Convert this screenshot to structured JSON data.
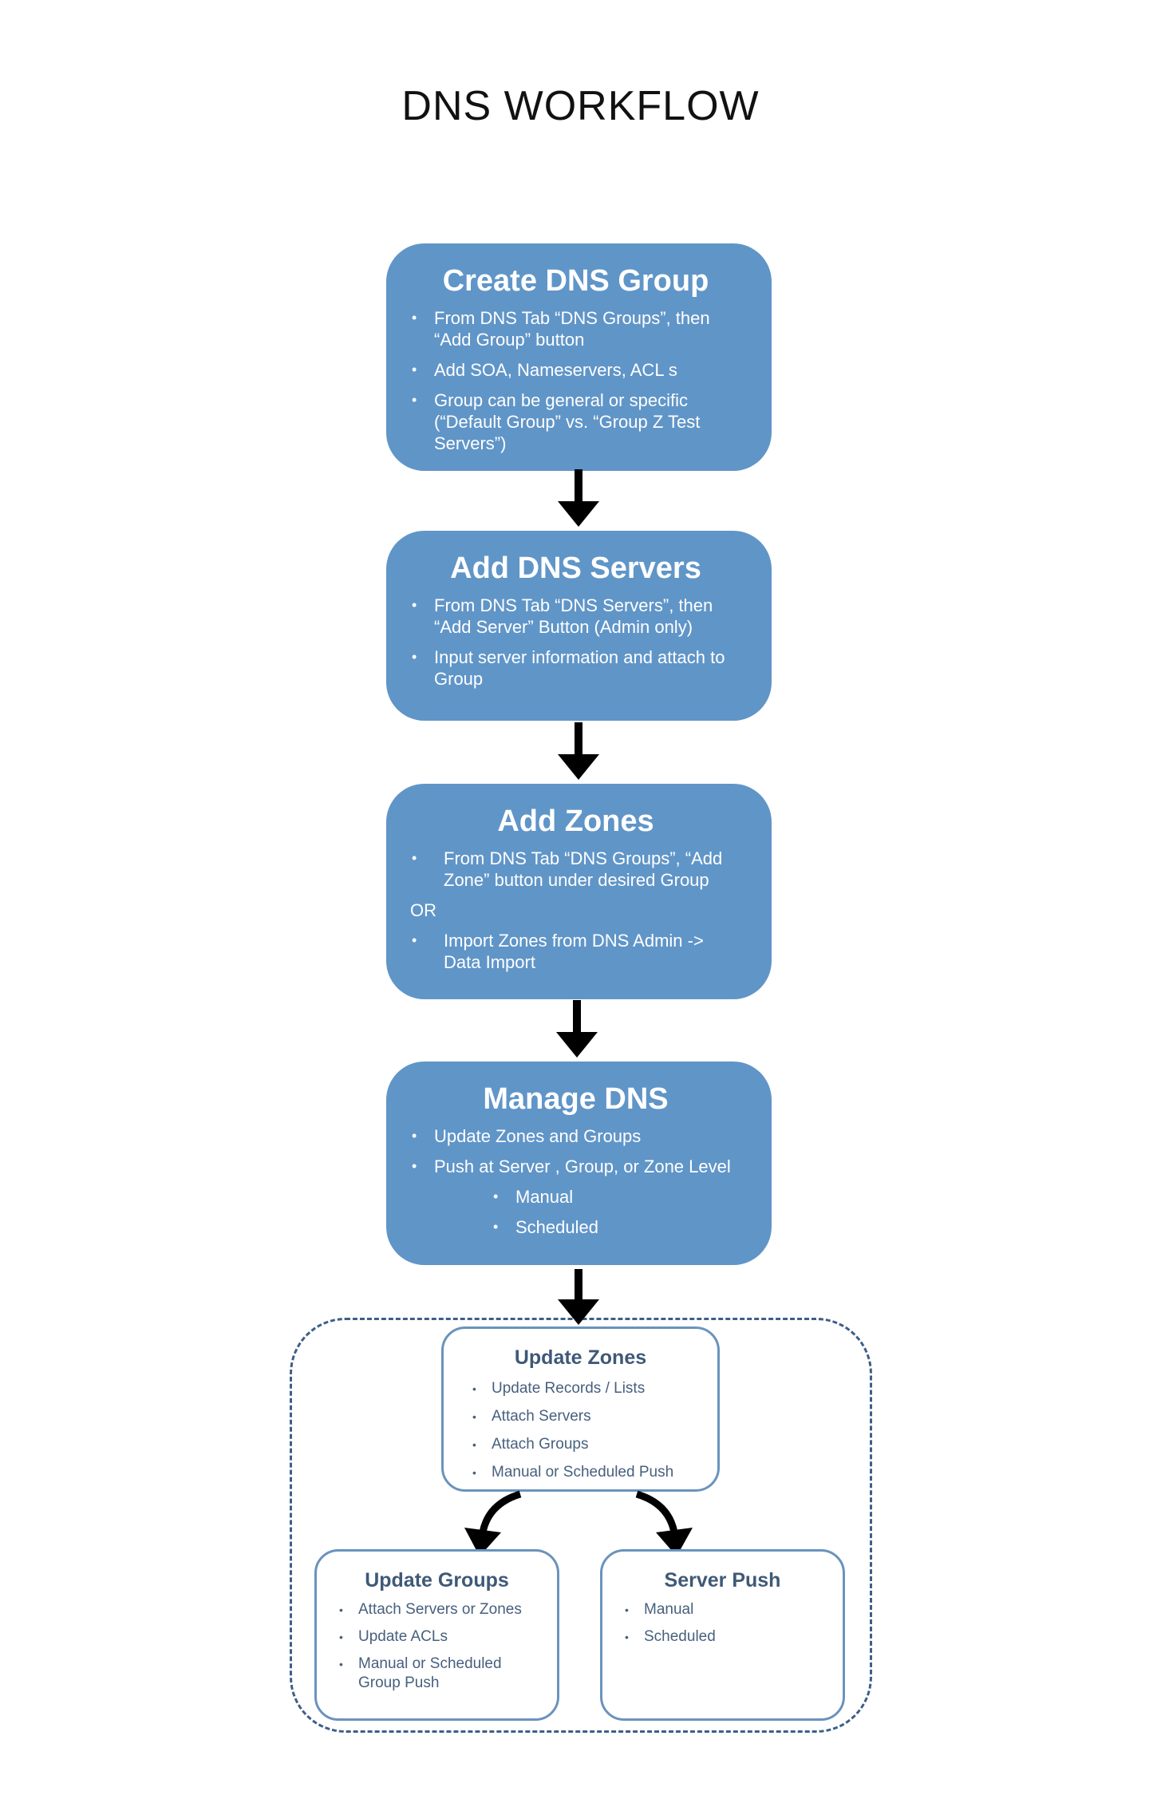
{
  "title": "DNS WORKFLOW",
  "steps": [
    {
      "title": "Create DNS Group",
      "bullets": [
        "From DNS Tab “DNS Groups”, then “Add Group” button",
        "Add SOA, Nameservers, ACL s",
        "Group can be general or specific (“Default Group” vs. “Group Z Test Servers”)"
      ]
    },
    {
      "title": "Add DNS Servers",
      "bullets": [
        "From DNS Tab “DNS Servers”, then “Add Server” Button (Admin only)",
        "Input server information and attach to Group"
      ]
    },
    {
      "title": "Add  Zones",
      "bullets": [
        "From DNS Tab “DNS Groups”, “Add Zone” button under desired Group",
        "Import Zones from DNS Admin -> Data Import"
      ],
      "or_label": "OR"
    },
    {
      "title": "Manage DNS",
      "bullets": [
        "Update Zones and Groups",
        "Push at Server , Group, or Zone Level"
      ],
      "sub_bullets": [
        "Manual",
        "Scheduled"
      ]
    }
  ],
  "sub_steps": {
    "update_zones": {
      "title": "Update Zones",
      "bullets": [
        "Update Records / Lists",
        "Attach Servers",
        "Attach Groups",
        "Manual or Scheduled Push"
      ]
    },
    "update_groups": {
      "title": "Update Groups",
      "bullets": [
        "Attach Servers or Zones",
        "Update ACLs",
        "Manual or Scheduled Group Push"
      ]
    },
    "server_push": {
      "title": "Server Push",
      "bullets": [
        "Manual",
        "Scheduled"
      ]
    }
  },
  "colors": {
    "step_fill": "#6095c8",
    "sub_border": "#6a93bd",
    "dashed_border": "#3e5f86",
    "arrow": "#000000"
  }
}
